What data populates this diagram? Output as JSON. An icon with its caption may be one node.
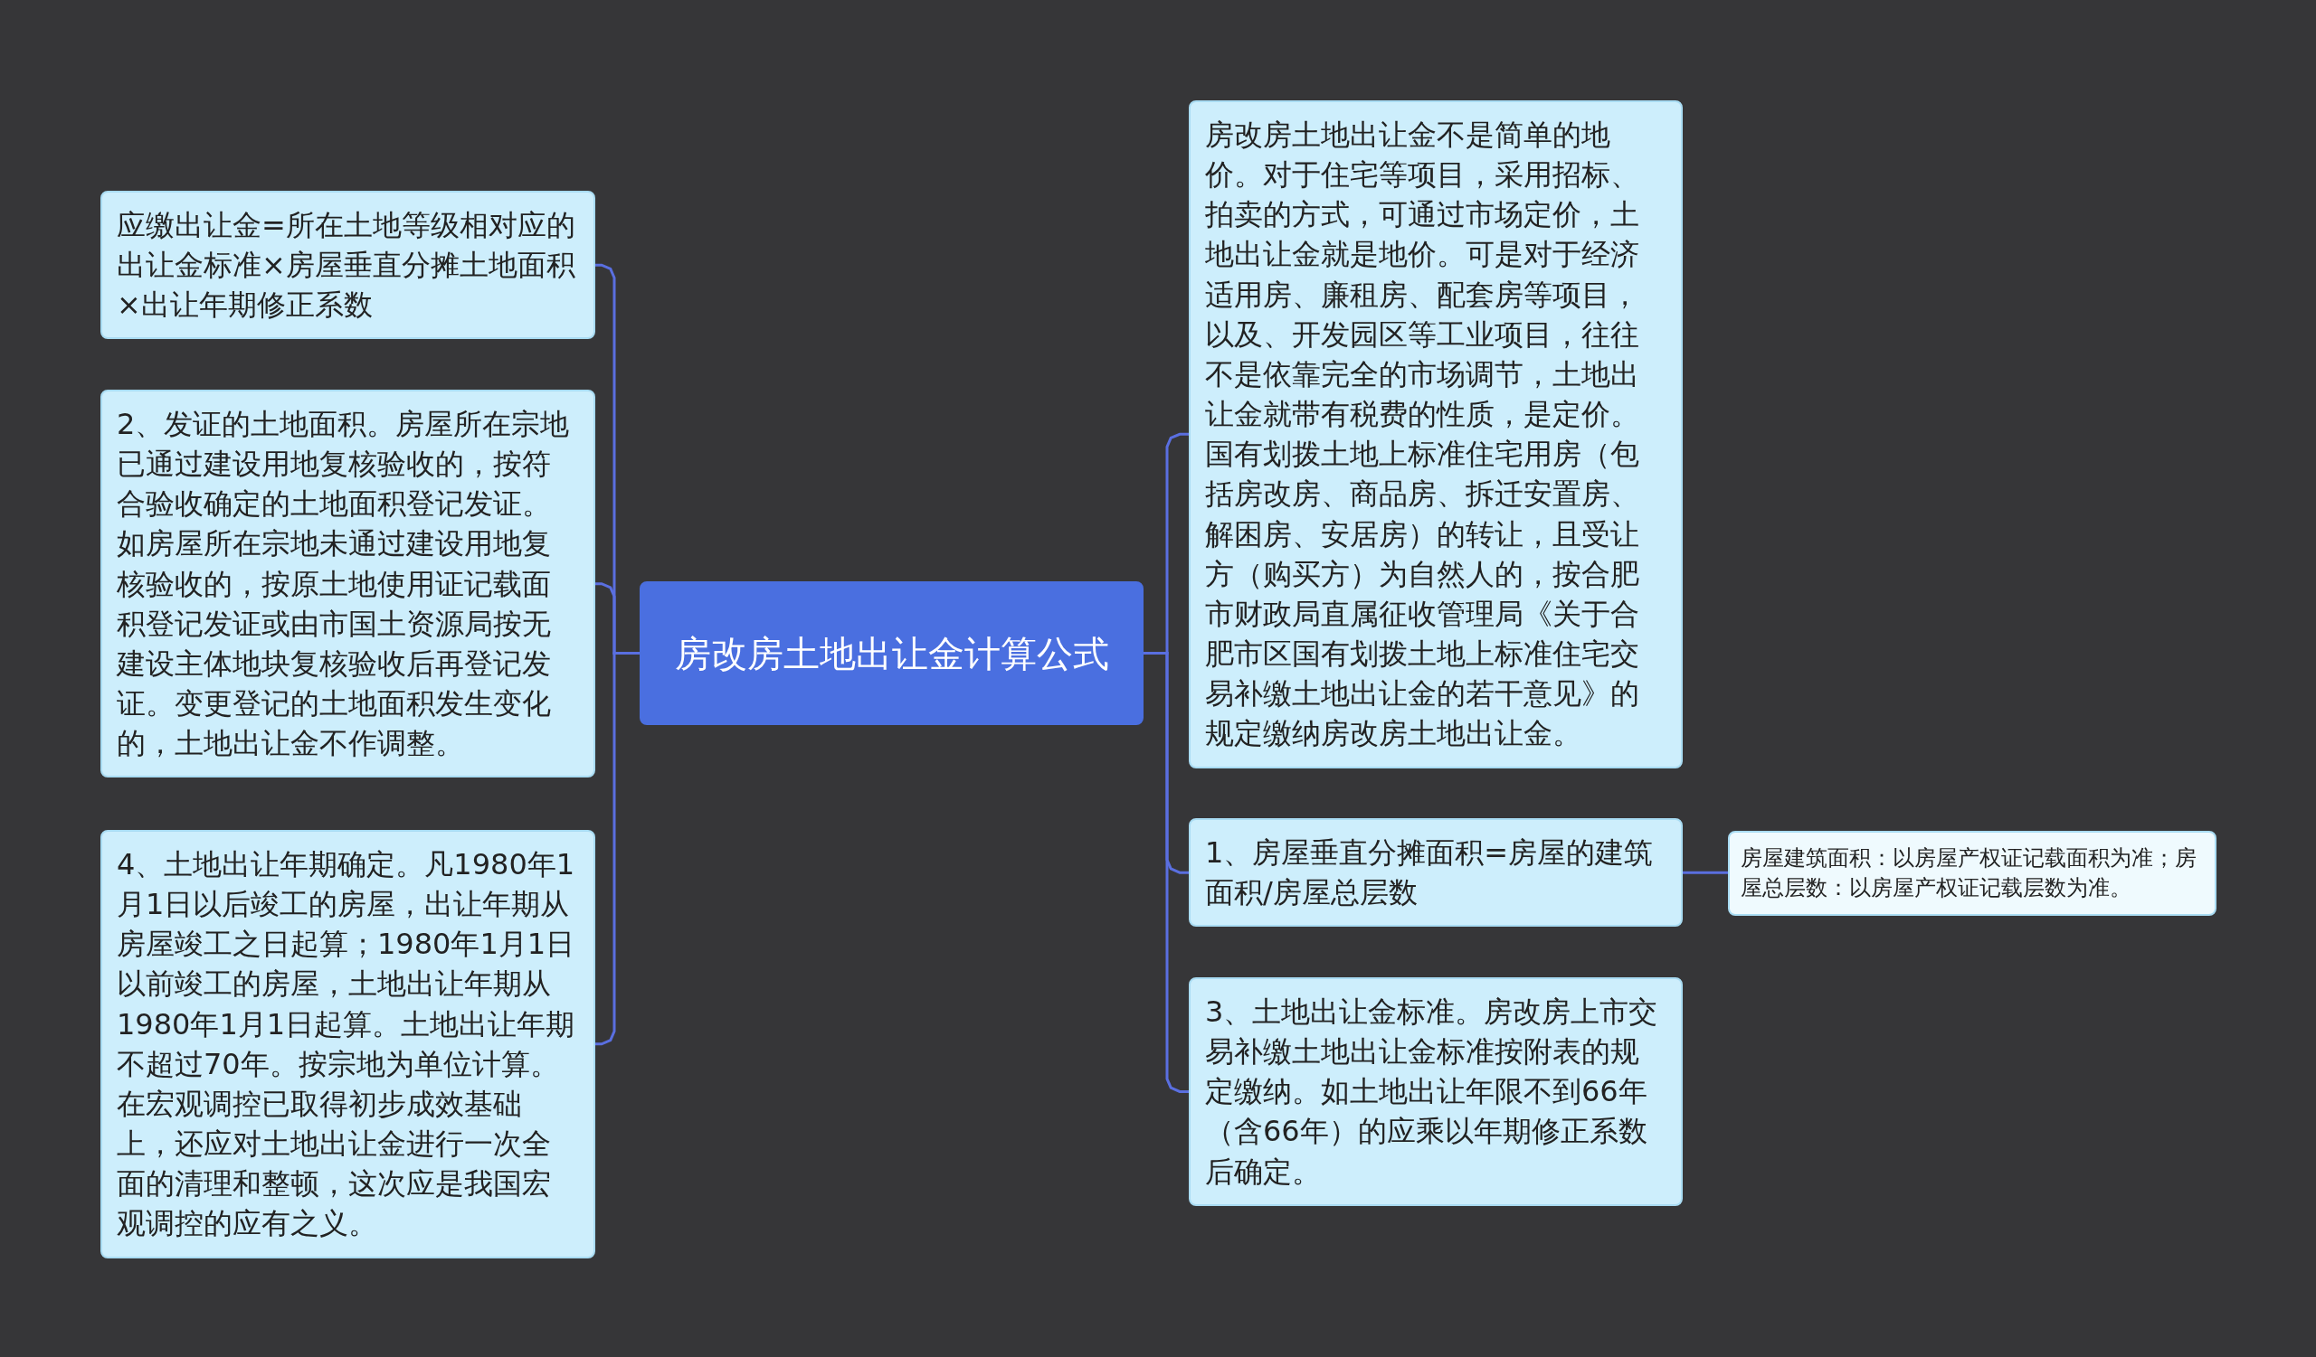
{
  "diagram": {
    "nodes": [
      {
        "text": [
          "房改房土地出让金计算公式"
        ]
      },
      {
        "text": [
          "应缴出让金=所在土地等级相对应的出让金标准×房屋垂直分摊土地面积×出让年期修正系数"
        ]
      },
      {
        "text": [
          "2、发证的土地面积。房屋所在宗地已通过建设用地复核验收的，按符合验收确定的土地面积登记发证。如房屋所在宗地未通过建设用地复核验收的，按原土地使用证记载面积登记发证或由市国土资源局按无建设主体地块复核验收后再登记发证。变更登记的土地面积发生变化的，土地出让金不作调整。"
        ]
      },
      {
        "text": [
          "4、土地出让年期确定。凡1980年1月1日以后竣工的房屋，出让年期从房屋竣工之日起算；1980年1月1日以前竣工的房屋，土地出让年期从1980年1月1日起算。土地出让年期不超过70年。按宗地为单位计算。在宏观调控已取得初步成效基础上，还应对土地出让金进行一次全面的清理和整顿，这次应是我国宏观调控的应有之义。"
        ]
      },
      {
        "text": [
          "房改房土地出让金不是简单的地价。对于住宅等项目，采用招标、拍卖的方式，可通过市场定价，土地出让金就是地价。可是对于经济适用房、廉租房、配套房等项目，以及、开发园区等工业项目，往往不是依靠完全的市场调节，土地出让金就带有税费的性质，是定价。国有划拨土地上标准住宅用房（包括房改房、商品房、拆迁安置房、解困房、安居房）的转让，且受让方（购买方）为自然人的，按合肥市财政局直属征收管理局《关于合肥市区国有划拨土地上标准住宅交易补缴土地出让金的若干意见》的规定缴纳房改房土地出让金。"
        ]
      },
      {
        "text": [
          "1、房屋垂直分摊面积=房屋的建筑面积/房屋总层数"
        ]
      },
      {
        "text": [
          "房屋建筑面积：以房屋产权证记载面积为准；房屋总层数：以房屋产权证记载层数为准。"
        ]
      },
      {
        "text": [
          "3、土地出让金标准。房改房上市交易补缴土地出让金标准按附表的规定缴纳。如土地出让年限不到66年（含66年）的应乘以年期修正系数后确定。"
        ]
      }
    ],
    "edges": [
      {
        "from": 0,
        "to": 1,
        "arrow": "none"
      },
      {
        "from": 0,
        "to": 2,
        "arrow": "none"
      },
      {
        "from": 0,
        "to": 3,
        "arrow": "none"
      },
      {
        "from": 0,
        "to": 4,
        "arrow": "none"
      },
      {
        "from": 0,
        "to": 5,
        "arrow": "none"
      },
      {
        "from": 5,
        "to": 6,
        "arrow": "none"
      },
      {
        "from": 0,
        "to": 7,
        "arrow": "none"
      }
    ]
  }
}
